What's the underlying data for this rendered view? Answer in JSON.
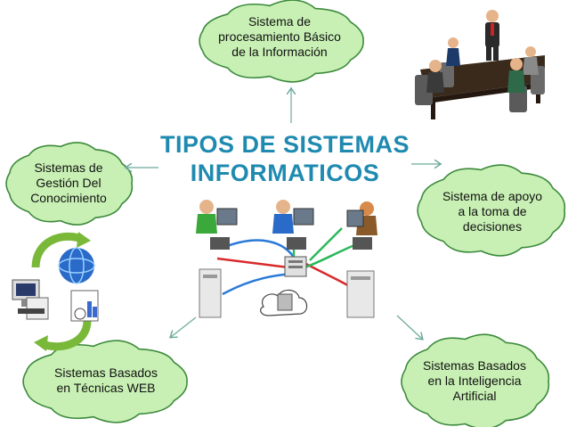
{
  "title": "TIPOS DE SISTEMAS\nINFORMATICOS",
  "colors": {
    "cloud_fill": "#c8f0b4",
    "cloud_stroke": "#3c8a3c",
    "title": "#1f8ab0",
    "arrow": "#6aaa9a"
  },
  "nodes": {
    "top": "Sistema de\nprocesamiento Básico\nde la Información",
    "left": "Sistemas de\nGestión Del\nConocimiento",
    "right": "Sistema de apoyo\na la toma de\ndecisiones",
    "bottom_left": "Sistemas Basados\nen Técnicas WEB",
    "bottom_right": "Sistemas Basados\nen la Inteligencia\nArtificial"
  },
  "icons": {
    "meeting": "business-meeting-icon",
    "network": "computer-network-icon",
    "cycle": "computer-cycle-icon"
  }
}
